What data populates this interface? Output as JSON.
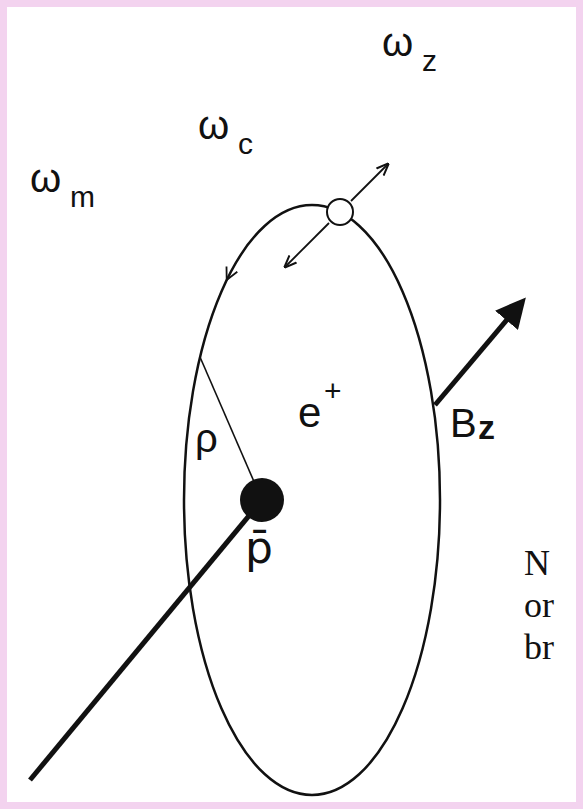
{
  "diagram": {
    "labels": [
      "ω",
      "m",
      "ω",
      "c",
      "ω",
      "z",
      "e",
      "+",
      "ρ",
      "p̄",
      "B",
      "z",
      "N",
      "or",
      "br"
    ]
  }
}
